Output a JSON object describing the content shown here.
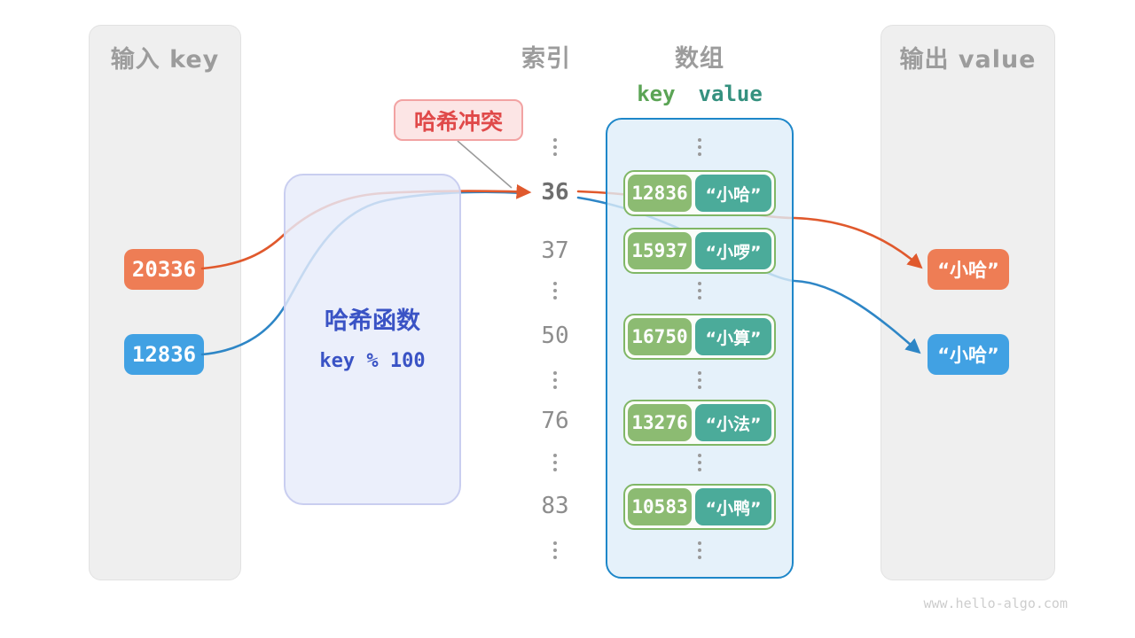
{
  "input_panel": {
    "title": "输入 key",
    "keys": [
      {
        "value": "20336",
        "color": "#ee7d55"
      },
      {
        "value": "12836",
        "color": "#41a1e3"
      }
    ]
  },
  "hash_function": {
    "name": "哈希函数",
    "formula": "key % 100"
  },
  "collision_badge": {
    "label": "哈希冲突"
  },
  "index_column": {
    "title": "索引",
    "values": [
      "36",
      "37",
      "50",
      "76",
      "83"
    ]
  },
  "array_column": {
    "title": "数组",
    "key_header": "key",
    "value_header": "value",
    "buckets": [
      {
        "index": "36",
        "key": "12836",
        "value": "“小哈”"
      },
      {
        "index": "37",
        "key": "15937",
        "value": "“小啰”"
      },
      {
        "index": "50",
        "key": "16750",
        "value": "“小算”"
      },
      {
        "index": "76",
        "key": "13276",
        "value": "“小法”"
      },
      {
        "index": "83",
        "key": "10583",
        "value": "“小鸭”"
      }
    ]
  },
  "output_panel": {
    "title": "输出 value",
    "values": [
      {
        "value": "“小哈”",
        "color": "#ee7d55"
      },
      {
        "value": "“小哈”",
        "color": "#41a1e3"
      }
    ]
  },
  "watermark": "www.hello-algo.com",
  "colors": {
    "orange_box": "#ee7d55",
    "blue_box": "#41a1e3",
    "arrow_orange": "#e0592d",
    "arrow_blue": "#2e86c6",
    "connector_gray": "#9a9a9a",
    "green_pill": "#8cbb72",
    "teal_pill": "#4bab9a",
    "bucket_border": "#80b766",
    "array_border": "#1e87c9",
    "hash_text": "#3a53c5",
    "collision_text": "#e04a4a",
    "panel_bg": "#efefef"
  }
}
